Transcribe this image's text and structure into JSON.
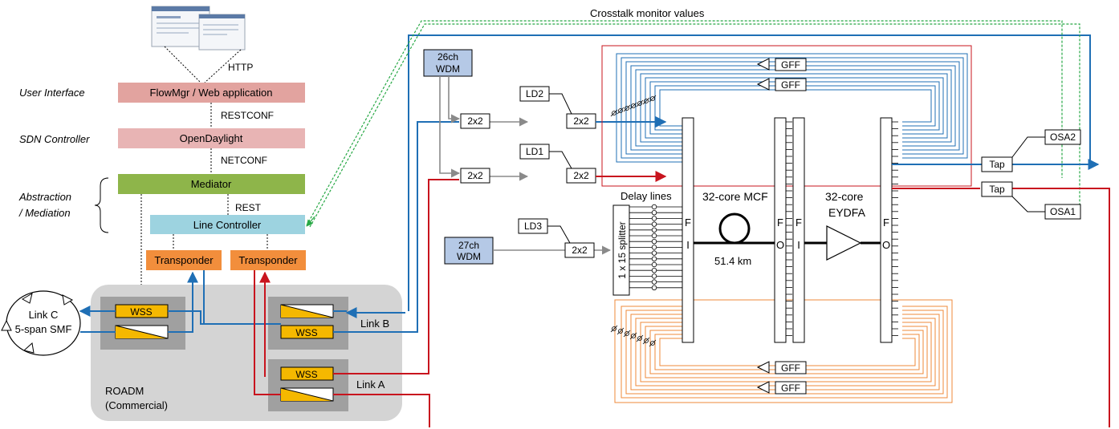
{
  "layers": {
    "ui": "User Interface",
    "sdn": "SDN Controller",
    "abs1": "Abstraction",
    "abs2": "/ Mediation"
  },
  "protocols": {
    "http": "HTTP",
    "restconf": "RESTCONF",
    "netconf": "NETCONF",
    "rest": "REST"
  },
  "boxes": {
    "flowmgr": "FlowMgr / Web application",
    "opendaylight": "OpenDaylight",
    "mediator": "Mediator",
    "line_controller": "Line Controller",
    "transponder": "Transponder",
    "wss": "WSS"
  },
  "links": {
    "a": "Link A",
    "b": "Link B",
    "c1": "Link C",
    "c2": "5-span SMF"
  },
  "roadm": {
    "l1": "ROADM",
    "l2": "(Commercial)"
  },
  "optical": {
    "crosstalk": "Crosstalk monitor values",
    "wdm26a": "26ch",
    "wdm26b": "WDM",
    "wdm27a": "27ch",
    "wdm27b": "WDM",
    "coupler": "2x2",
    "ld1": "LD1",
    "ld2": "LD2",
    "ld3": "LD3",
    "gff": "GFF",
    "tap": "Tap",
    "osa1": "OSA1",
    "osa2": "OSA2",
    "delay_lines": "Delay lines",
    "splitter": "1 x 15 splitter",
    "mcf": "32-core MCF",
    "length": "51.4 km",
    "eydfa1": "32-core",
    "eydfa2": "EYDFA",
    "fi_f": "F",
    "fi_i": "I",
    "fo_f": "F",
    "fo_o": "O"
  },
  "colors": {
    "blue": "#1f6fb5",
    "red": "#c8141e",
    "green": "#27a845",
    "gray": "#8a8a8a",
    "orange": "#ef8a3a",
    "salmon": "#e2a39f",
    "pink": "#e8b4b4",
    "olive": "#8eb54a",
    "lightblue": "#9dd3e0",
    "orangebox": "#f28e3c",
    "wss": "#f5b800",
    "wdm": "#b5c9e6",
    "roadm_bg": "#d4d4d4",
    "wss_bg": "#a0a0a0"
  }
}
